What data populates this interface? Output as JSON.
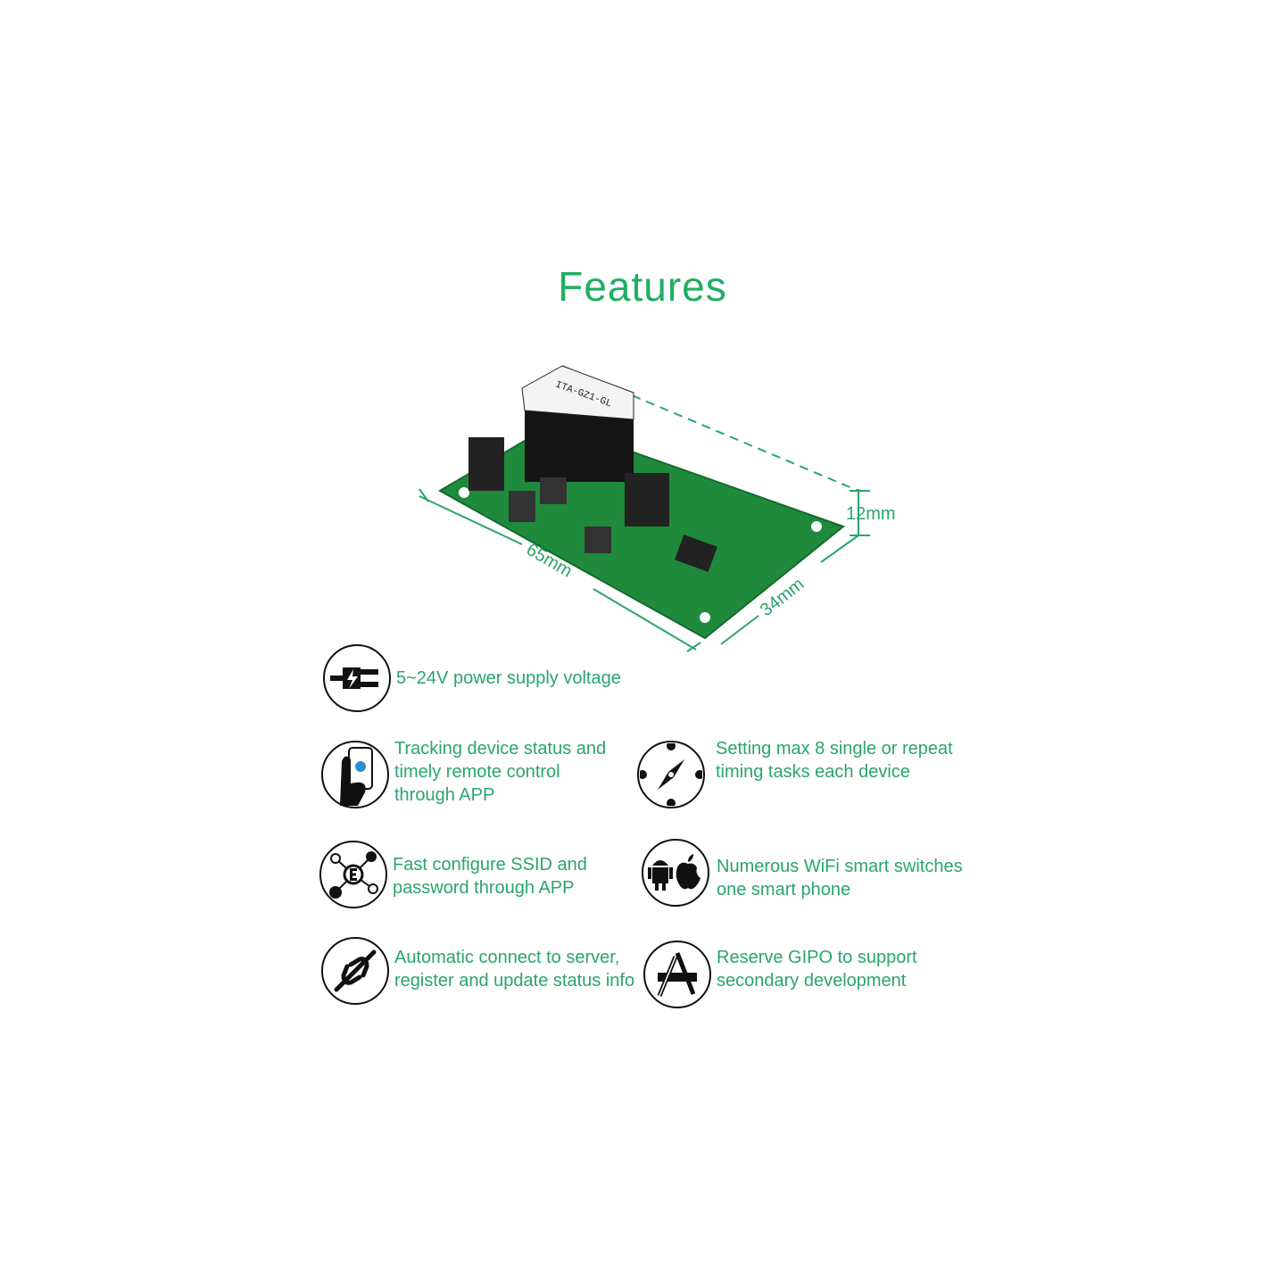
{
  "title": "Features",
  "product": {
    "relay_label": "ITA-GZ1-GL",
    "dimensions": {
      "length": "65mm",
      "width": "34mm",
      "height": "12mm"
    }
  },
  "features": [
    {
      "icon": "power-plug-icon",
      "text": "5~24V power supply voltage"
    },
    {
      "icon": "hand-phone-icon",
      "text": "Tracking device status and\ntimely remote control\nthrough APP"
    },
    {
      "icon": "compass-timer-icon",
      "text": "Setting max 8 single or repeat\ntiming tasks each device"
    },
    {
      "icon": "network-config-icon",
      "text": "Fast configure SSID and\npassword through APP"
    },
    {
      "icon": "android-apple-icon",
      "text": "Numerous WiFi smart switches\none smart phone"
    },
    {
      "icon": "link-icon",
      "text": "Automatic connect to server,\nregister and update status info"
    },
    {
      "icon": "app-store-icon",
      "text": "Reserve GIPO to support\nsecondary development"
    }
  ],
  "colors": {
    "accent": "#1fae63",
    "text": "#2aa56a",
    "pcb": "#1f8a3c"
  }
}
